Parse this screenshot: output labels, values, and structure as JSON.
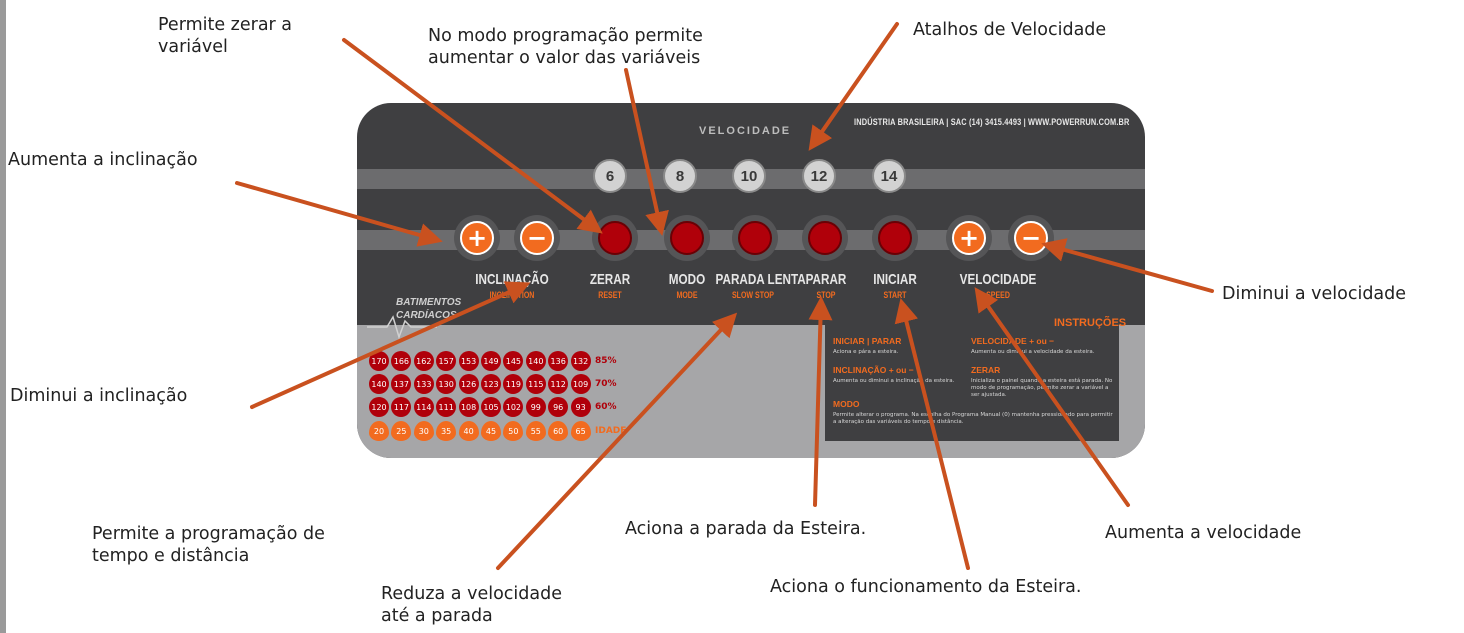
{
  "annotations": {
    "zerar": [
      "Permite zerar a",
      "variável"
    ],
    "modo": [
      "No modo programação permite",
      "aumentar o valor das variáveis"
    ],
    "atalhos": "Atalhos de Velocidade",
    "aumenta_incl": "Aumenta a inclinação",
    "diminui_incl": "Diminui a inclinação",
    "diminui_vel": "Diminui a velocidade",
    "aumenta_vel": "Aumenta a velocidade",
    "programacao": [
      "Permite a programação de",
      "tempo e distância"
    ],
    "parada_lenta": [
      "Reduza a velocidade",
      "até a parada"
    ],
    "parar": "Aciona a parada da Esteira.",
    "iniciar": "Aciona o funcionamento da Esteira."
  },
  "panel": {
    "header": "INDÚSTRIA BRASILEIRA | SAC (14) 3415.4493 | WWW.POWERRUN.COM.BR",
    "velocidade_title": "VELOCIDADE",
    "speeds": [
      "6",
      "8",
      "10",
      "12",
      "14"
    ],
    "buttons": [
      {
        "label": "INCLINAÇÃO",
        "sub": "INCLINATION"
      },
      {
        "label": "ZERAR",
        "sub": "RESET"
      },
      {
        "label": "MODO",
        "sub": "MODE"
      },
      {
        "label": "PARADA LENTA",
        "sub": "SLOW STOP"
      },
      {
        "label": "PARAR",
        "sub": "STOP"
      },
      {
        "label": "INICIAR",
        "sub": "START"
      },
      {
        "label": "VELOCIDADE",
        "sub": "SPEED"
      }
    ],
    "batimentos": [
      "BATIMENTOS",
      "CARDÍACOS"
    ],
    "hr_rows": [
      [
        "170",
        "166",
        "162",
        "157",
        "153",
        "149",
        "145",
        "140",
        "136",
        "132"
      ],
      [
        "140",
        "137",
        "133",
        "130",
        "126",
        "123",
        "119",
        "115",
        "112",
        "109"
      ],
      [
        "120",
        "117",
        "114",
        "111",
        "108",
        "105",
        "102",
        "99",
        "96",
        "93"
      ]
    ],
    "ages": [
      "20",
      "25",
      "30",
      "35",
      "40",
      "45",
      "50",
      "55",
      "60",
      "65"
    ],
    "pcts": [
      "85%",
      "70%",
      "60%",
      "IDADE"
    ],
    "instr_title": "INSTRUÇÕES",
    "instr": {
      "iniciar_h": "INICIAR | PARAR",
      "iniciar_t": "Aciona e pára a esteira.",
      "incl_h": "INCLINAÇÃO + ou −",
      "incl_t": "Aumenta ou diminui a inclinação da esteira.",
      "modo_h": "MODO",
      "modo_t": "Permite alterar o programa. Na escolha do Programa Manual (0) mantenha pressionado para permitir a alteração das variáveis do tempo e distância.",
      "vel_h": "VELOCIDADE + ou −",
      "vel_t": "Aumenta ou diminui a velocidade da esteira.",
      "zerar_h": "ZERAR",
      "zerar_t": "Inicializa o painel quando a esteira está parada. No modo de programação, permite zerar a variável a ser ajustada."
    }
  },
  "colors": {
    "arrow": "#c9511f",
    "orange": "#f26b1f",
    "red": "#b0000a",
    "panel_dark": "#3f3f41",
    "panel_grey": "#a6a6a8"
  }
}
